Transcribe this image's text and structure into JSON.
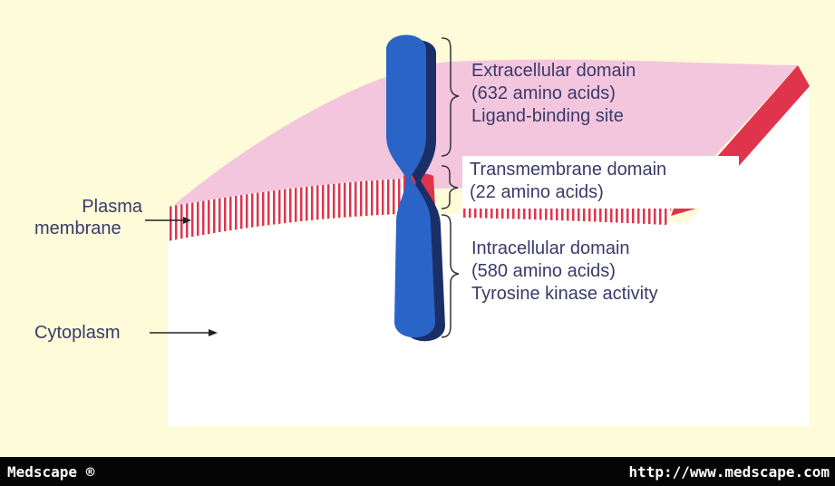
{
  "labels": {
    "plasma_membrane_1": "Plasma",
    "plasma_membrane_2": "membrane",
    "cytoplasm": "Cytoplasm",
    "extracellular_1": "Extracellular domain",
    "extracellular_2": "(632 amino acids)",
    "extracellular_3": "Ligand-binding site",
    "transmembrane_1": "Transmembrane domain",
    "transmembrane_2": "(22 amino acids)",
    "intracellular_1": "Intracellular domain",
    "intracellular_2": "(580 amino acids)",
    "intracellular_3": "Tyrosine kinase activity"
  },
  "footer": {
    "brand": "Medscape ®",
    "url": "http://www.medscape.com"
  },
  "colors": {
    "background": "#fdfbd8",
    "receptor": "#2b64c7",
    "membrane_red": "#e0344c",
    "extracellular_pink": "#f3c6de",
    "cytoplasm_white": "#ffffff",
    "label_text": "#3a3a6a"
  }
}
